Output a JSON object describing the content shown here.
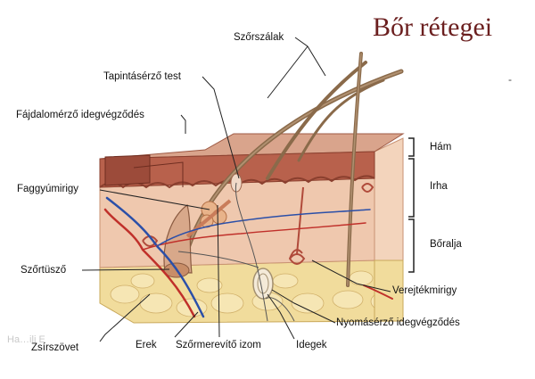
{
  "title": "Bőr rétegei",
  "labels": {
    "hair_shafts": "Szőrszálak",
    "touch_receptor": "Tapintásérző test",
    "pain_nerve_endings": "Fájdalomérző idegvégződés",
    "sebaceous_gland": "Faggyúmirigy",
    "hair_follicle": "Szőrtüsző",
    "fat_tissue": "Zsírszövet",
    "vessels": "Erek",
    "arrector_pili": "Szőrmerevítő izom",
    "nerves": "Idegek",
    "pressure_nerve_endings": "Nyomásérző idegvégződés",
    "sweat_gland": "Verejtékmirigy"
  },
  "layers": {
    "epidermis": "Hám",
    "dermis": "Irha",
    "subcutis": "Bőralja"
  },
  "watermark": "Ha…ili E",
  "dash_mark": "-",
  "colors": {
    "title": "#6b1f1f",
    "epidermis": "#b8614c",
    "dermis": "#efc8ae",
    "subcutis": "#f1dc9c",
    "hair": "#8a6a4a",
    "artery": "#c0302a",
    "vein": "#2b4fa8"
  }
}
